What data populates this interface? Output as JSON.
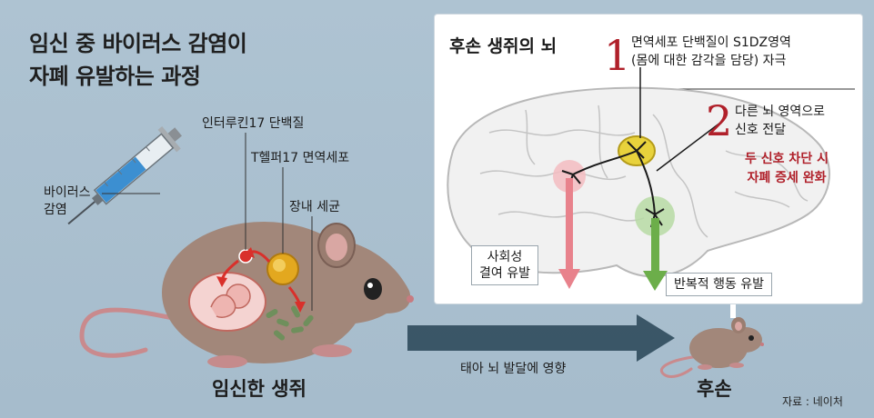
{
  "title": {
    "line1": "임신 중 바이러스 감염이",
    "line2": "자폐 유발하는 과정"
  },
  "labels": {
    "virus_line1": "바이러스",
    "virus_line2": "감염",
    "interleukin": "인터루킨17 단백질",
    "th17": "T헬퍼17 면역세포",
    "gut_bacteria": "장내 세균",
    "pregnant_mouse": "임신한 생쥐",
    "fetal_brain": "태아 뇌 발달에 영향",
    "offspring": "후손",
    "source": "자료 : 네이처"
  },
  "panel": {
    "title": "후손 생쥐의 뇌",
    "step1_num": "1",
    "step1_line1": "면역세포 단백질이 S1DZ영역",
    "step1_line2": "(몸에 대한 감각을 담당) 자극",
    "step2_num": "2",
    "step2_line1": "다른 뇌 영역으로",
    "step2_line2": "신호 전달",
    "block_line1": "두 신호 차단 시",
    "block_line2": "자폐 증세 완화",
    "social_line1": "사회성",
    "social_line2": "결여 유발",
    "repetitive": "반복적 행동 유발"
  },
  "colors": {
    "background": "#a9bfcf",
    "panel": "#ffffff",
    "red_accent": "#b0202a",
    "pink_arrow": "#e8828c",
    "green_arrow": "#6cae4a",
    "yellow_s1dz": "#e8d23c",
    "syringe_fluid": "#3c8fd1",
    "dark_arrow": "#2f4a5c"
  }
}
